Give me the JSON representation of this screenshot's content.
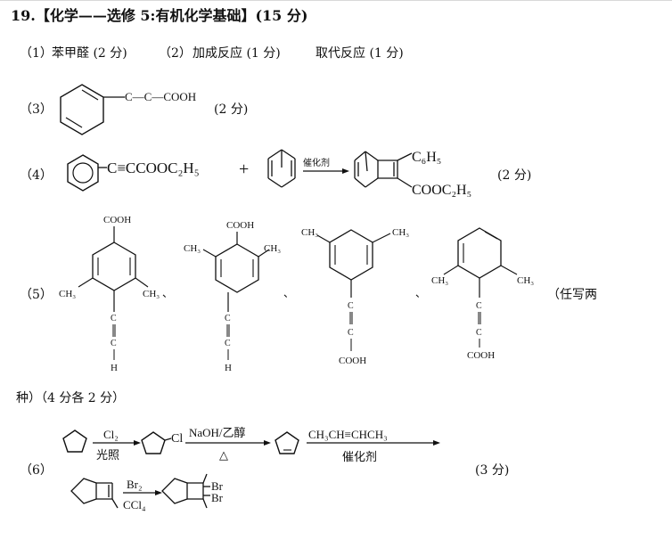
{
  "header": {
    "title": "19.【化学——选修 5:有机化学基础】(15 分)"
  },
  "line1": {
    "p1_num": "（1）",
    "p1_text": "苯甲醛 (2 分)",
    "p2_num": "（2）",
    "p2_text": "加成反应  (1 分)",
    "p3_text": "取代反应 (1 分)"
  },
  "q3": {
    "num": "（3）",
    "cooh": "C—C—COOH",
    "score": "(2 分)"
  },
  "q4": {
    "num": "（4）",
    "ester": "C≡CCOOC₂H₅",
    "plus": "+",
    "catalyst": "催化剂",
    "sub_top": "C₆H₅",
    "sub_bot": "COOC₂H₅",
    "score": "(2 分)"
  },
  "q5": {
    "num": "（5）",
    "s1": {
      "top": "COOH",
      "left": "CH₃",
      "right": "CH₃",
      "sep": "、",
      "triple": "C",
      "h": "H"
    },
    "s2": {
      "top": "COOH",
      "left": "CH₃",
      "right": "CH₃",
      "triple": "C",
      "h": "H"
    },
    "sep2": "、",
    "s3": {
      "left": "CH₃",
      "right": "CH₃",
      "triple": "C",
      "bottom": "COOH"
    },
    "sep3": "、",
    "s4": {
      "left": "CH₃",
      "right": "CH₃",
      "triple": "C",
      "bottom": "COOH"
    },
    "tail": "（任写两",
    "cont": "种）（4 分各 2 分）"
  },
  "q6": {
    "num": "（6）",
    "r1_top": "Cl₂",
    "r1_bot": "光照",
    "cl": "Cl",
    "r2_top": "NaOH/乙醇",
    "r2_bot": "△",
    "r3_top": "CH₃CH≡CHCH₃",
    "r3_bot": "催化剂",
    "r4_top": "Br₂",
    "r4_bot": "CCl₄",
    "br1": "Br",
    "br2": "Br",
    "score": "(3 分)"
  }
}
